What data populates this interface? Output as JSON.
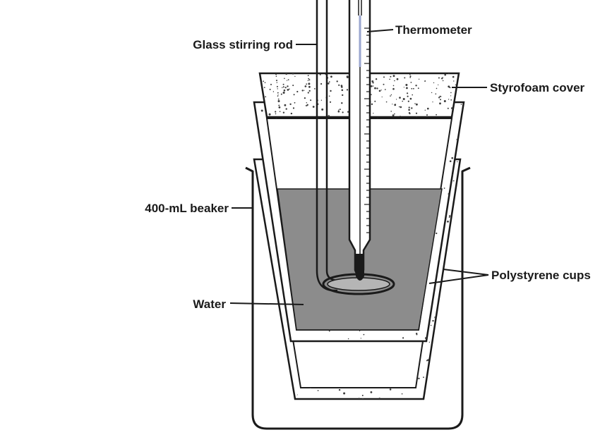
{
  "labels": {
    "thermometer": "Thermometer",
    "glass_rod": "Glass stirring rod",
    "styrofoam_cover": "Styrofoam cover",
    "beaker": "400-mL beaker",
    "polystyrene_cups": "Polystyrene cups",
    "water": "Water"
  },
  "colors": {
    "line": "#1a1a1a",
    "water": "#8c8c8c",
    "foam_fill": "#ffffff",
    "foam_speckle": "#3a3a3a",
    "background": "#ffffff"
  }
}
